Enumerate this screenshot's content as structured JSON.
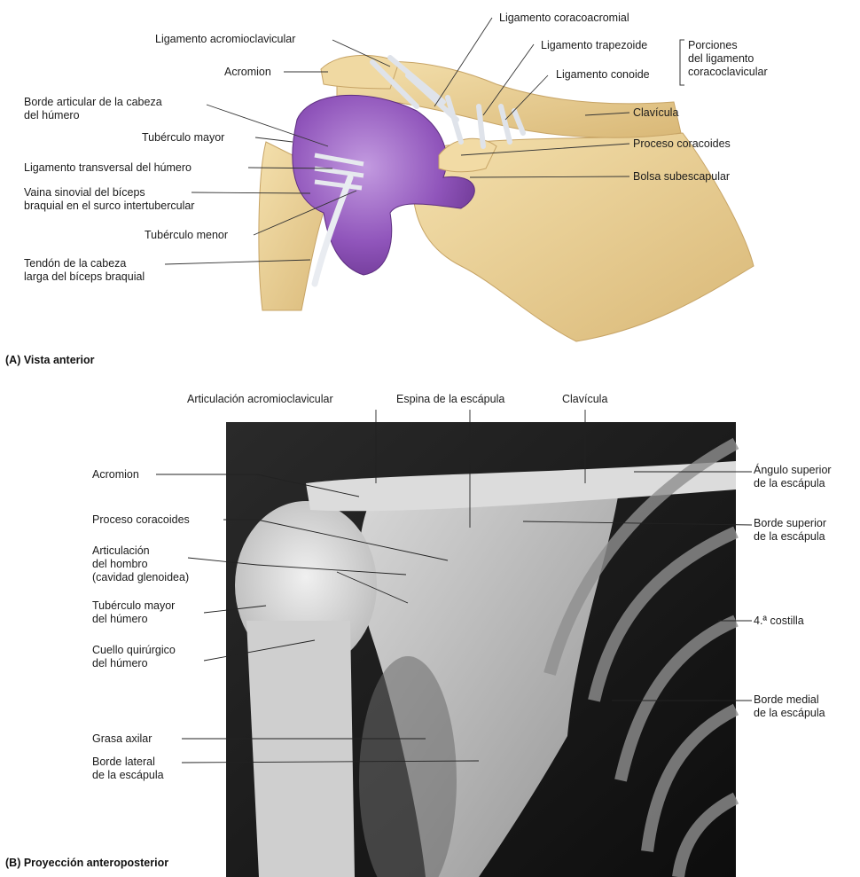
{
  "panel_a": {
    "caption": "(A) Vista anterior",
    "labels": {
      "coracoacromial": "Ligamento coracoacromial",
      "acromioclavicular": "Ligamento acromioclavicular",
      "trapezoide": "Ligamento trapezoide",
      "conoide": "Ligamento conoide",
      "porciones": [
        "Porciones",
        "del ligamento",
        "coracoclavicular"
      ],
      "acromion": "Acromion",
      "borde_articular": [
        "Borde articular de la cabeza",
        "del húmero"
      ],
      "clavicula": "Clavícula",
      "tuberculo_mayor": "Tubérculo mayor",
      "proceso_coracoides": "Proceso coracoides",
      "transversal": "Ligamento transversal del húmero",
      "bolsa": "Bolsa subescapular",
      "vaina": [
        "Vaina sinovial del bíceps",
        "braquial en el surco intertubercular"
      ],
      "tuberculo_menor": "Tubérculo menor",
      "tendon": [
        "Tendón de la cabeza",
        "larga del bíceps braquial"
      ]
    }
  },
  "panel_b": {
    "caption": "(B) Proyección anteroposterior",
    "labels": {
      "art_acromioclavicular": "Articulación acromioclavicular",
      "espina": "Espina de la escápula",
      "clavicula": "Clavícula",
      "acromion": "Acromion",
      "angulo_superior": [
        "Ángulo superior",
        "de la escápula"
      ],
      "proceso_coracoides": "Proceso coracoides",
      "borde_superior": [
        "Borde superior",
        "de la escápula"
      ],
      "art_hombro": [
        "Articulación",
        "del hombro",
        "(cavidad glenoidea)"
      ],
      "tuberculo_mayor": [
        "Tubérculo mayor",
        "del húmero"
      ],
      "costilla": "4.ª costilla",
      "cuello": [
        "Cuello quirúrgico",
        "del húmero"
      ],
      "borde_medial": [
        "Borde medial",
        "de la escápula"
      ],
      "grasa": "Grasa axilar",
      "borde_lateral": [
        "Borde lateral",
        "de la escápula"
      ]
    }
  },
  "colors": {
    "bone": "#ecd49a",
    "bone_shade": "#d2b06a",
    "capsule": "#8e52b6",
    "capsule_light": "#b98ad6",
    "ligament": "#dfe3ea",
    "xray_dark": "#0f0f0f",
    "xray_light": "#e8e8e8"
  }
}
